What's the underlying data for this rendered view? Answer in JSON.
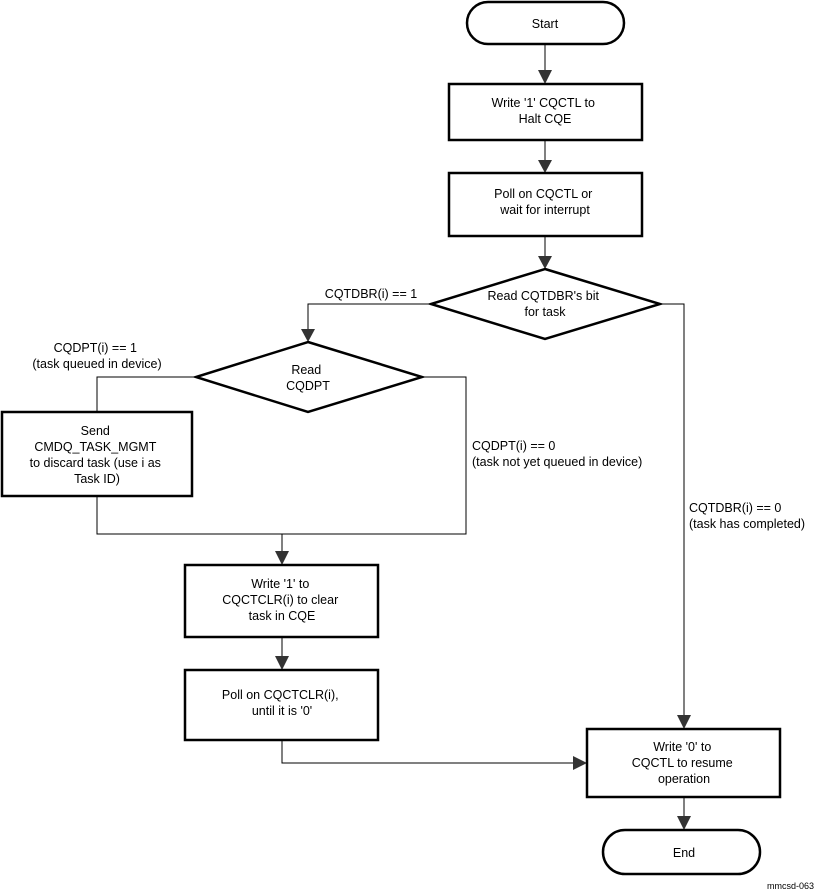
{
  "nodes": {
    "start": {
      "lines": [
        "Start"
      ]
    },
    "halt": {
      "lines": [
        "Write '1' CQCTL to",
        "Halt CQE"
      ]
    },
    "poll_cqctl": {
      "lines": [
        "Poll on CQCTL or",
        "wait for interrupt"
      ]
    },
    "read_cqtdbr": {
      "lines": [
        "Read CQTDBR's bit",
        "for task"
      ]
    },
    "read_cqdpt": {
      "lines": [
        "Read",
        "CQDPT"
      ]
    },
    "send_mgmt": {
      "lines": [
        "Send",
        "CMDQ_TASK_MGMT",
        "to discard task (use i as",
        "Task ID)"
      ]
    },
    "clear_task": {
      "lines": [
        "Write '1' to",
        "CQCTCLR(i) to clear",
        "task in CQE"
      ]
    },
    "poll_cqctclr": {
      "lines": [
        "Poll on CQCTCLR(i),",
        "until it is '0'"
      ]
    },
    "resume": {
      "lines": [
        "Write '0' to",
        "CQCTL to resume",
        "operation"
      ]
    },
    "end": {
      "lines": [
        "End"
      ]
    }
  },
  "edge_labels": {
    "cqtdbr_one": [
      "CQTDBR(i) == 1"
    ],
    "cqdpt_one": [
      "CQDPT(i) == 1",
      "(task queued in device)"
    ],
    "cqdpt_zero": [
      "CQDPT(i) == 0",
      "(task not yet queued in device)"
    ],
    "cqtdbr_zero": [
      "CQTDBR(i) == 0",
      "(task has completed)"
    ]
  },
  "caption": "mmcsd-063"
}
